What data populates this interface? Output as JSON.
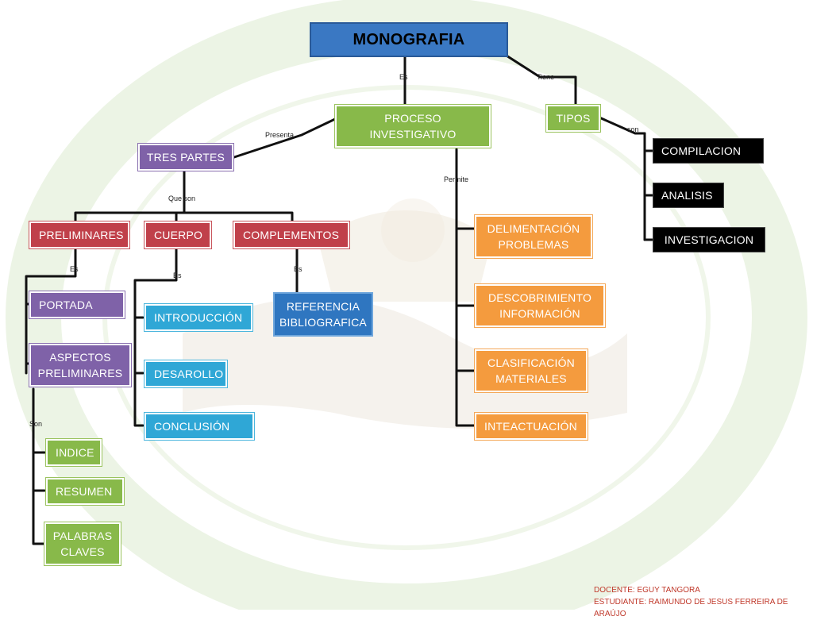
{
  "nodes": {
    "monografia": "MONOGRAFIA",
    "proceso": "PROCESO INVESTIGATIVO",
    "tipos": "TIPOS",
    "tres_partes": "TRES PARTES",
    "preliminares": "PRELIMINARES",
    "cuerpo": "CUERPO",
    "complementos": "COMPLEMENTOS",
    "portada": "PORTADA",
    "aspectos": "ASPECTOS PRELIMINARES",
    "indice": "INDICE",
    "resumen": "RESUMEN",
    "palabras": "PALABRAS CLAVES",
    "introduccion": "INTRODUCCIÓN",
    "desarollo": "DESAROLLO",
    "conclusion": "CONCLUSIÓN",
    "referencia": "REFERENCIA BIBLIOGRAFICA",
    "delimentacion": "DELIMENTACIÓN PROBLEMAS",
    "descobrimiento": "DESCOBRIMIENTO INFORMACIÓN",
    "clasificacion": "CLASIFICACIÓN MATERIALES",
    "inteactuacion": "INTEACTUACIÓN",
    "compilacion": "COMPILACION",
    "analisis": "ANALISIS",
    "investigacion": "INVESTIGACION"
  },
  "links": {
    "es_top": "Es",
    "tiene": "Tiene",
    "presenta": "Presenta",
    "son_tipos": "son",
    "permite": "Permite",
    "que_son": "Que son",
    "es_preliminares": "Es",
    "es_cuerpo": "Es",
    "es_complementos": "Es",
    "son_aspectos": "Son"
  },
  "credits": {
    "docente": "DOCENTE: EGUY TANGORA",
    "estudiante": "ESTUDIANTE: RAIMUNDO DE JESUS FERREIRA DE ARAÚJO"
  },
  "colors": {
    "title": "#3a78c3",
    "green": "#88b94a",
    "purple": "#7f62a8",
    "red": "#c0404a",
    "light_blue": "#2fa7d6",
    "orange": "#f49b3e",
    "black": "#000000",
    "credits": "#c0392b"
  }
}
